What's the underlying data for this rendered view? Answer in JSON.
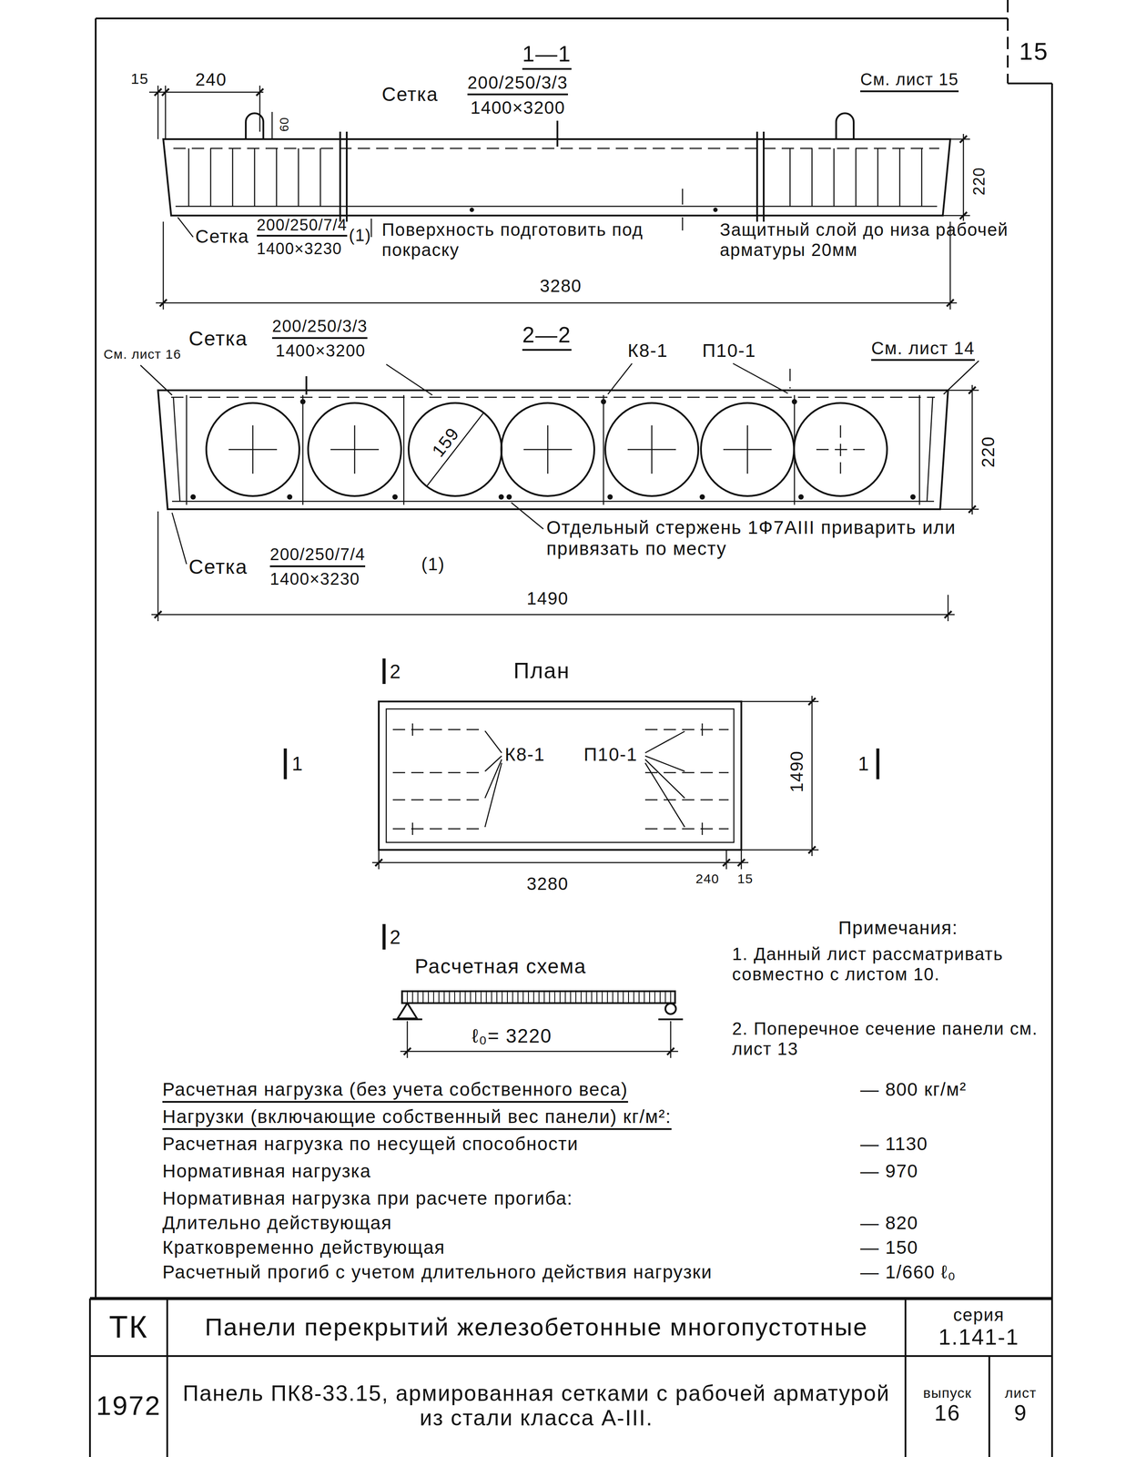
{
  "diagram": {
    "nodes": [
      {
        "text": [
          "ТК"
        ]
      },
      {
        "text": [
          "Панели перекрытий железобетонные многопустотные"
        ]
      },
      {
        "text": [
          "серия",
          "1.141-1"
        ]
      },
      {
        "text": [
          "1972"
        ]
      },
      {
        "text": [
          "Панель ПК8-33.15, армированная сетками с рабочей арматурой из стали класса А-III."
        ]
      },
      {
        "text": [
          "выпуск",
          "16"
        ]
      },
      {
        "text": [
          "лист",
          "9"
        ]
      }
    ],
    "labels": [
      "15",
      "1—1",
      "15",
      "240",
      "Сетка",
      "200/250/3/3",
      "1400×3200",
      "См. лист 15",
      "60",
      "220",
      "Сетка",
      "200/250/7/4",
      "1400×3230",
      "(1)",
      "Поверхность подготовить под покраску",
      "Защитный слой до низа рабочей арматуры 20мм",
      "3280",
      "Сетка",
      "200/250/3/3",
      "1400×3200",
      "2—2",
      "К8-1",
      "П10-1",
      "См. лист 16",
      "См. лист 14",
      "159",
      "220",
      "Сетка",
      "200/250/7/4",
      "1400×3230",
      "(1)",
      "Отдельный стержень 1Ф7АIII приварить или привязать по месту",
      "1490",
      "2",
      "План",
      "1",
      "К8-1",
      "П10-1",
      "1490",
      "1",
      "3280",
      "240",
      "15",
      "2",
      "Расчетная схема",
      "ℓ₀= 3220",
      "Примечания:",
      "1. Данный лист рассматривать совместно с листом 10.",
      "2. Поперечное сечение панели см. лист 13",
      "Расчетная нагрузка (без учета собственного веса)",
      "— 800 кг/м²",
      "Нагрузки (включающие собственный вес панели) кг/м²:",
      "Расчетная нагрузка по несущей способности",
      "— 1130",
      "Нормативная нагрузка",
      "— 970",
      "Нормативная нагрузка при расчете прогиба:",
      "Длительно действующая",
      "— 820",
      "Кратковременно действующая",
      "— 150",
      "Расчетный прогиб с учетом длительного действия нагрузки",
      "— 1/660 ℓ₀"
    ]
  }
}
